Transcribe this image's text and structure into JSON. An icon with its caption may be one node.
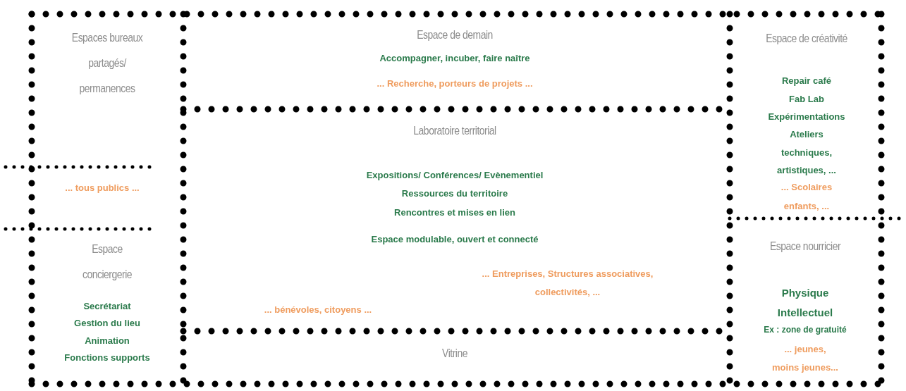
{
  "diagram": {
    "nodes": [
      {
        "text": [
          "Espaces bureaux partagés/ permanences"
        ]
      },
      {
        "text": [
          "... tous publics ..."
        ]
      },
      {
        "text": [
          "Espace conciergerie",
          "Secrétariat",
          "Gestion du lieu",
          "Animation",
          "Fonctions supports"
        ]
      },
      {
        "text": [
          "Espace de demain",
          "Accompagner, incuber, faire naître",
          "... Recherche, porteurs de projets ..."
        ]
      },
      {
        "text": [
          "Laboratoire territorial",
          "Expositions/ Conférences/ Evènementiel",
          "Ressources du territoire",
          "Rencontres et mises en lien",
          "Espace modulable, ouvert et connecté",
          "... Entreprises, Structures associatives, collectivités, ...",
          "... bénévoles, citoyens ..."
        ]
      },
      {
        "text": [
          "Vitrine"
        ]
      },
      {
        "text": [
          "Espace de créativité",
          "Repair café",
          "Fab Lab",
          "Expérimentations",
          "Ateliers techniques, artistiques, ...",
          "... Scolaires enfants, ..."
        ]
      },
      {
        "text": [
          "Espace nourricier",
          "Physique",
          "Intellectuel",
          "Ex : zone de gratuité",
          "... jeunes, moins jeunes..."
        ]
      }
    ]
  }
}
